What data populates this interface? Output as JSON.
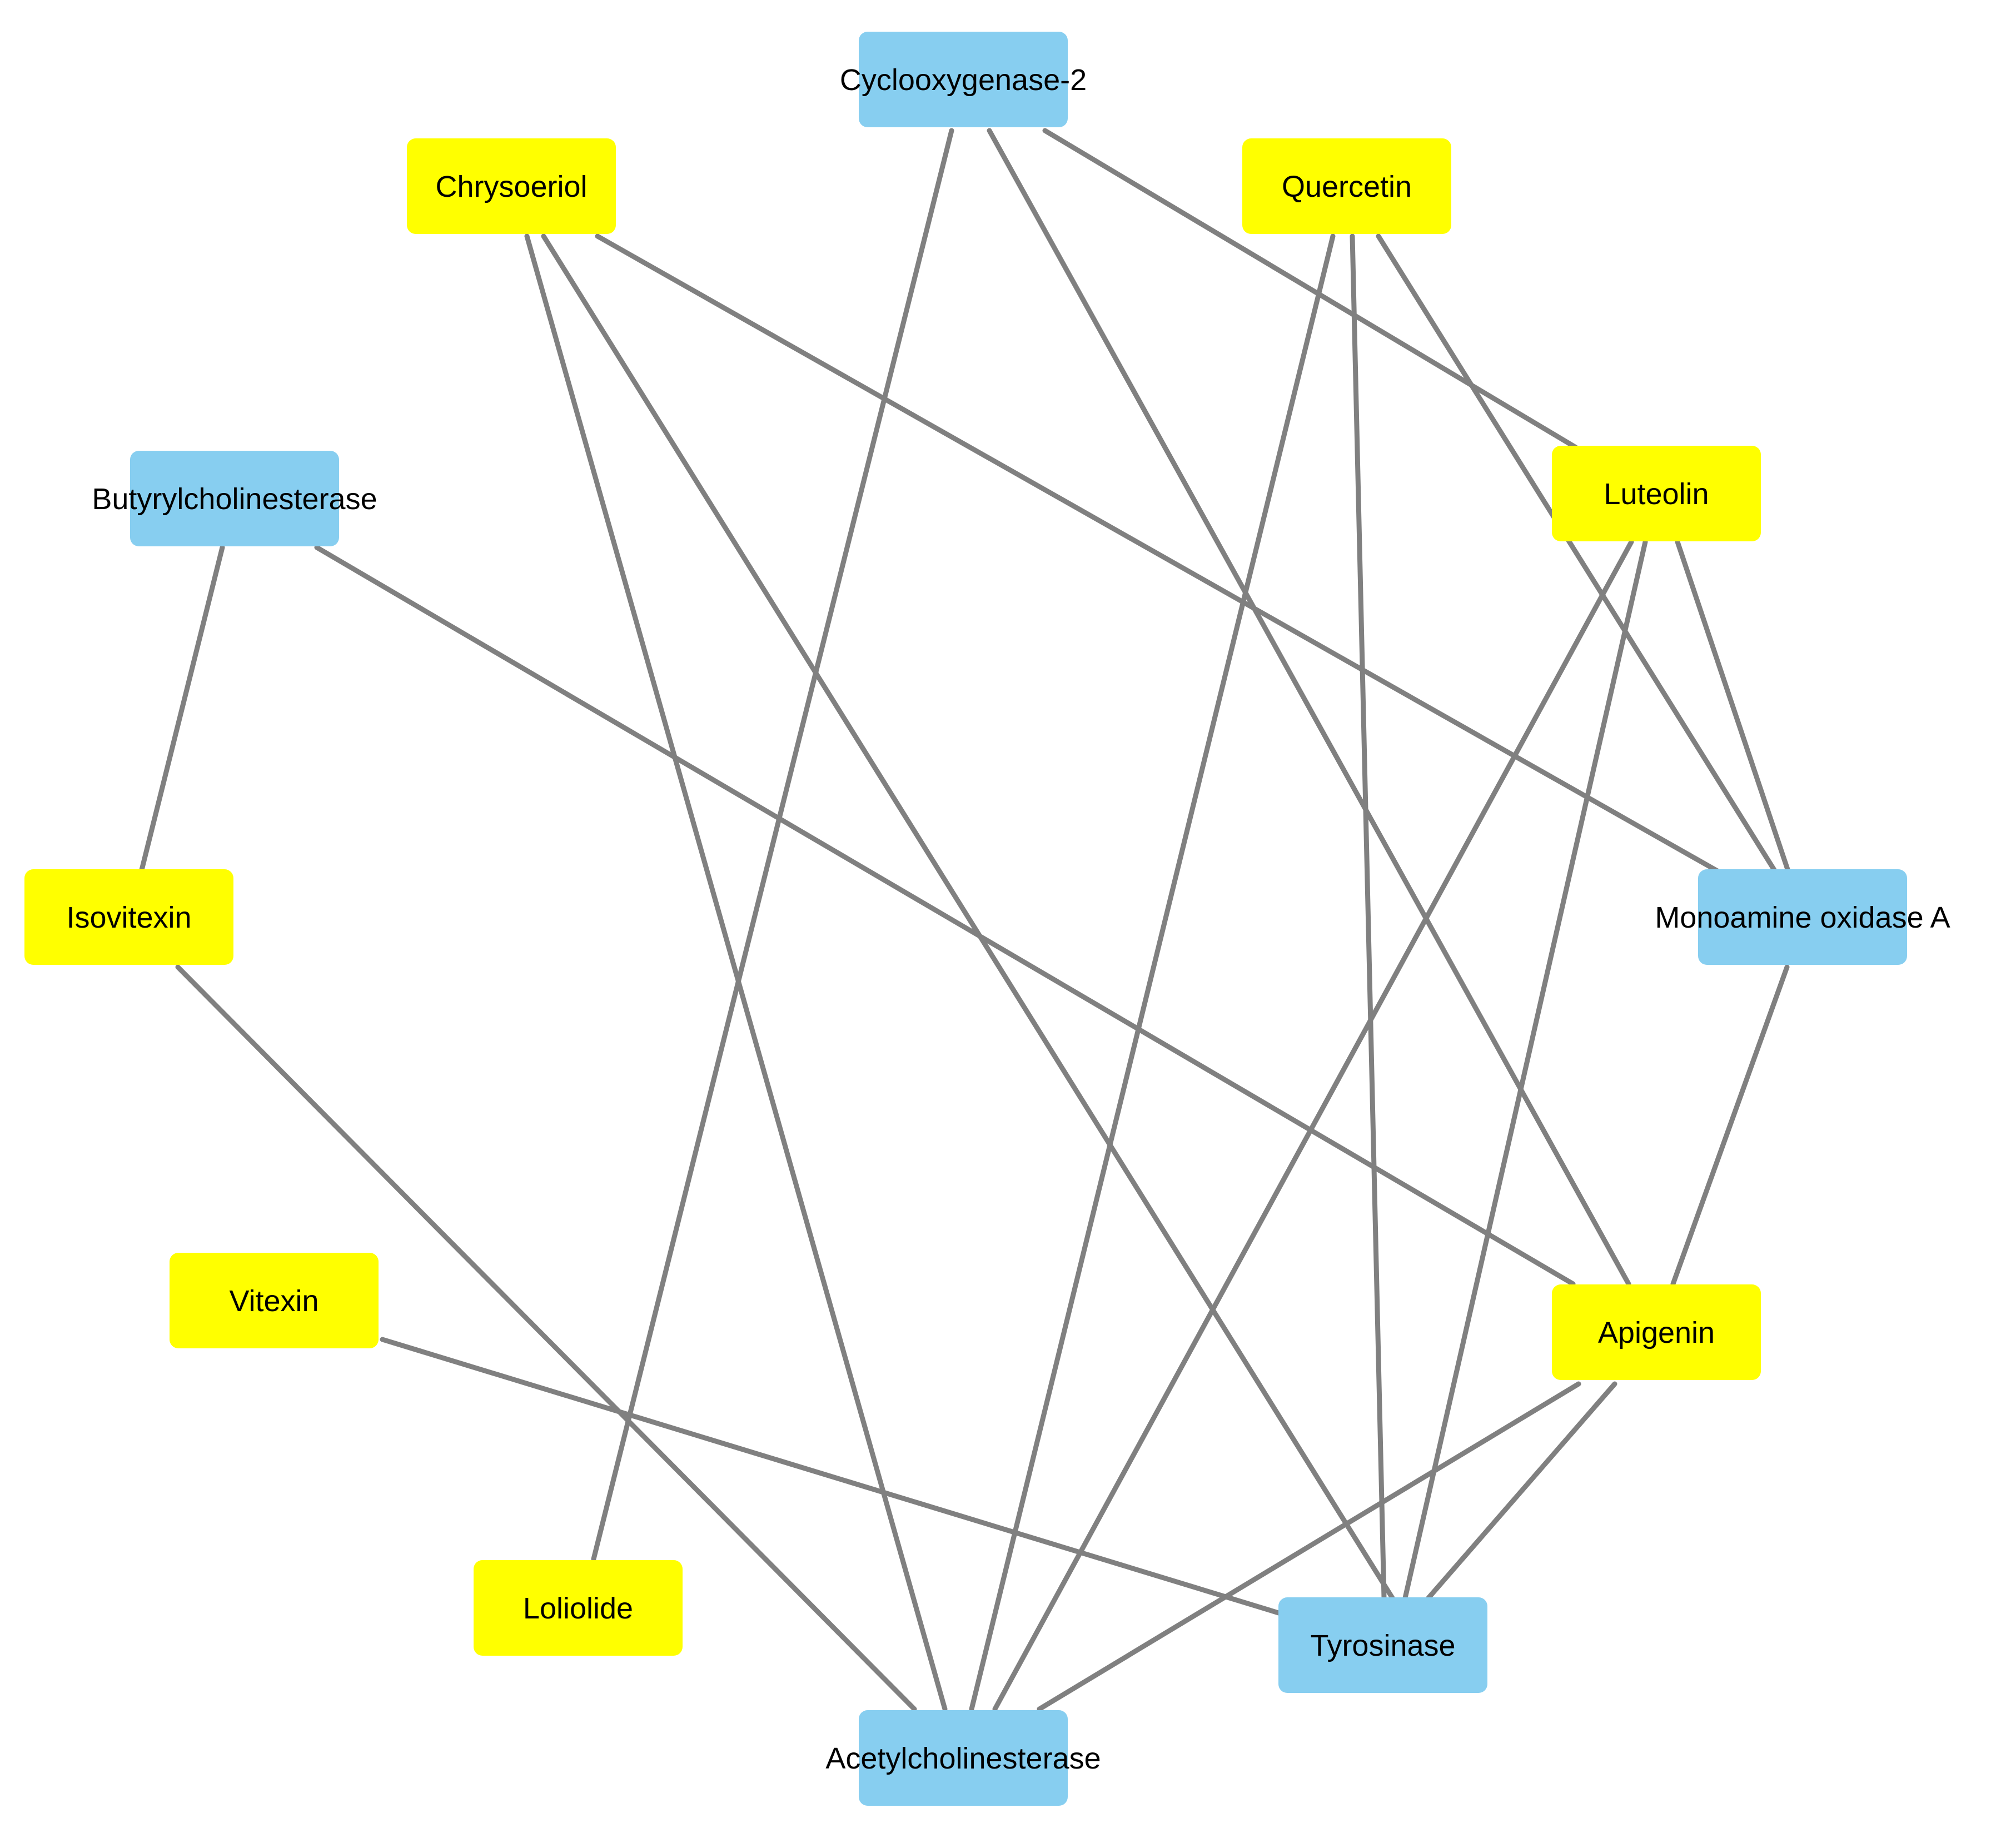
{
  "colors": {
    "compound": "#FFFF00",
    "target": "#87CEF0",
    "edge": "#808080"
  },
  "nodes": [
    {
      "id": "cox2",
      "label": "Cyclooxygenase-2",
      "kind": "target"
    },
    {
      "id": "chrysoeriol",
      "label": "Chrysoeriol",
      "kind": "compound"
    },
    {
      "id": "quercetin",
      "label": "Quercetin",
      "kind": "compound"
    },
    {
      "id": "buche",
      "label": "Butyrylcholinesterase",
      "kind": "target"
    },
    {
      "id": "luteolin",
      "label": "Luteolin",
      "kind": "compound"
    },
    {
      "id": "isovitexin",
      "label": "Isovitexin",
      "kind": "compound"
    },
    {
      "id": "maoa",
      "label": "Monoamine oxidase A",
      "kind": "target"
    },
    {
      "id": "vitexin",
      "label": "Vitexin",
      "kind": "compound"
    },
    {
      "id": "apigenin",
      "label": "Apigenin",
      "kind": "compound"
    },
    {
      "id": "loliolide",
      "label": "Loliolide",
      "kind": "compound"
    },
    {
      "id": "tyrosinase",
      "label": "Tyrosinase",
      "kind": "target"
    },
    {
      "id": "ache",
      "label": "Acetylcholinesterase",
      "kind": "target"
    }
  ],
  "edges": [
    [
      "cox2",
      "loliolide"
    ],
    [
      "cox2",
      "apigenin"
    ],
    [
      "cox2",
      "luteolin"
    ],
    [
      "chrysoeriol",
      "ache"
    ],
    [
      "chrysoeriol",
      "tyrosinase"
    ],
    [
      "chrysoeriol",
      "maoa"
    ],
    [
      "quercetin",
      "ache"
    ],
    [
      "quercetin",
      "tyrosinase"
    ],
    [
      "quercetin",
      "maoa"
    ],
    [
      "luteolin",
      "ache"
    ],
    [
      "luteolin",
      "tyrosinase"
    ],
    [
      "luteolin",
      "maoa"
    ],
    [
      "buche",
      "isovitexin"
    ],
    [
      "buche",
      "apigenin"
    ],
    [
      "isovitexin",
      "ache"
    ],
    [
      "maoa",
      "apigenin"
    ],
    [
      "vitexin",
      "tyrosinase"
    ],
    [
      "apigenin",
      "ache"
    ],
    [
      "apigenin",
      "tyrosinase"
    ]
  ]
}
